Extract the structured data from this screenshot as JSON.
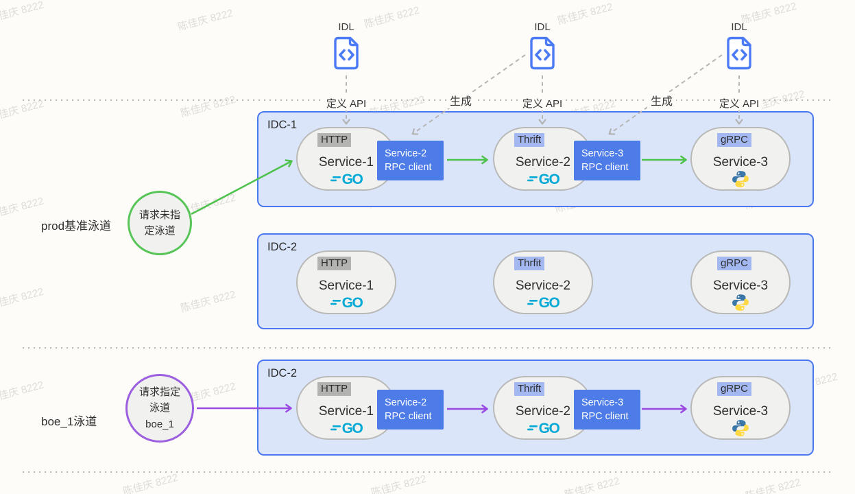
{
  "watermark": {
    "text": "陈佳庆 8222"
  },
  "idl": {
    "title": "IDL",
    "define_api": "定义 API",
    "generate": "生成"
  },
  "lanes": [
    {
      "label": "prod基准泳道",
      "request_line1": "请求未指",
      "request_line2": "定泳道",
      "request_line3": ""
    },
    {
      "label": "boe_1泳道",
      "request_line1": "请求指定",
      "request_line2": "泳道",
      "request_line3": "boe_1"
    }
  ],
  "clusters": [
    {
      "label": "IDC-1",
      "services": [
        {
          "protocol": "HTTP",
          "name": "Service-1",
          "runtime": "go"
        },
        {
          "protocol": "Thrift",
          "name": "Service-2",
          "runtime": "go"
        },
        {
          "protocol": "gRPC",
          "name": "Service-3",
          "runtime": "python"
        }
      ],
      "rpc_clients": [
        {
          "line1": "Service-2",
          "line2": "RPC client"
        },
        {
          "line1": "Service-3",
          "line2": "RPC client"
        }
      ]
    },
    {
      "label": "IDC-2",
      "services": [
        {
          "protocol": "HTTP",
          "name": "Service-1",
          "runtime": "go"
        },
        {
          "protocol": "Thrfit",
          "name": "Service-2",
          "runtime": "go"
        },
        {
          "protocol": "gRPC",
          "name": "Service-3",
          "runtime": "python"
        }
      ],
      "rpc_clients": []
    },
    {
      "label": "IDC-2",
      "services": [
        {
          "protocol": "HTTP",
          "name": "Service-1",
          "runtime": "go"
        },
        {
          "protocol": "Thrift",
          "name": "Service-2",
          "runtime": "go"
        },
        {
          "protocol": "gRPC",
          "name": "Service-3",
          "runtime": "python"
        }
      ],
      "rpc_clients": [
        {
          "line1": "Service-2",
          "line2": "RPC client"
        },
        {
          "line1": "Service-3",
          "line2": "RPC client"
        }
      ]
    }
  ],
  "runtime_logos": {
    "go": "GO"
  },
  "colors": {
    "idc_border": "#4a78ee",
    "idc_fill": "#dbe5fa",
    "rpc_client_fill": "#4d7ce8",
    "arrow_green": "#4fc14d",
    "arrow_purple": "#9a49e0",
    "dashed_gray": "#b5b5b5",
    "go_logo": "#00a9d6",
    "python_blue": "#3b76a8",
    "python_yellow": "#ffd845",
    "idl_icon_blue": "#4b7bf5",
    "protocol_http_bg": "#b3b4b2",
    "protocol_rpc_bg": "#a3b8f0"
  }
}
